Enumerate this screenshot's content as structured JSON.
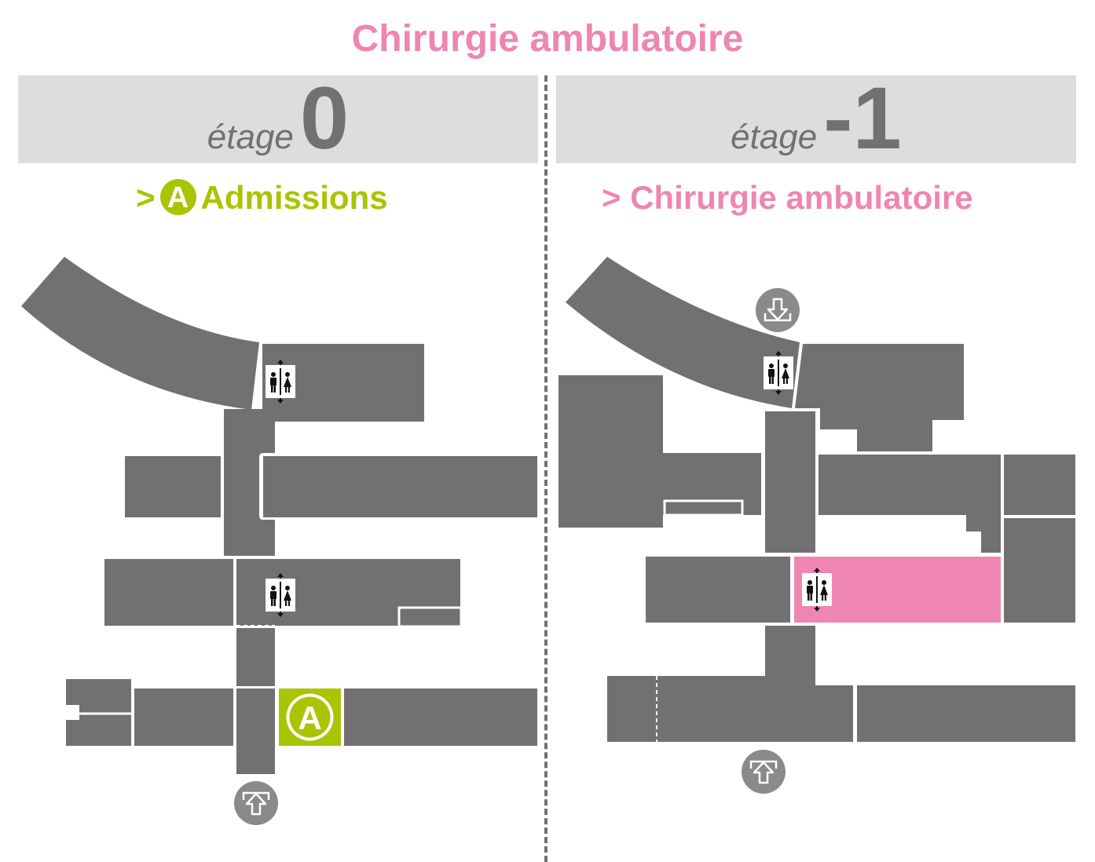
{
  "title": "Chirurgie ambulatoire",
  "colors": {
    "pink": "#ee86b1",
    "green": "#a9c400",
    "gray": "#717174",
    "banner": "#dcdddf"
  },
  "left": {
    "floor_word": "étage",
    "floor_number": "0",
    "subtitle_prefix": ">",
    "subtitle_badge": "A",
    "subtitle_label": "Admissions",
    "badge_letter": "A"
  },
  "right": {
    "floor_word": "étage",
    "floor_number": "-1",
    "subtitle": "> Chirurgie ambulatoire"
  },
  "icons": [
    "elevator-icon",
    "exit-up-icon",
    "exit-down-icon",
    "admissions-icon"
  ]
}
